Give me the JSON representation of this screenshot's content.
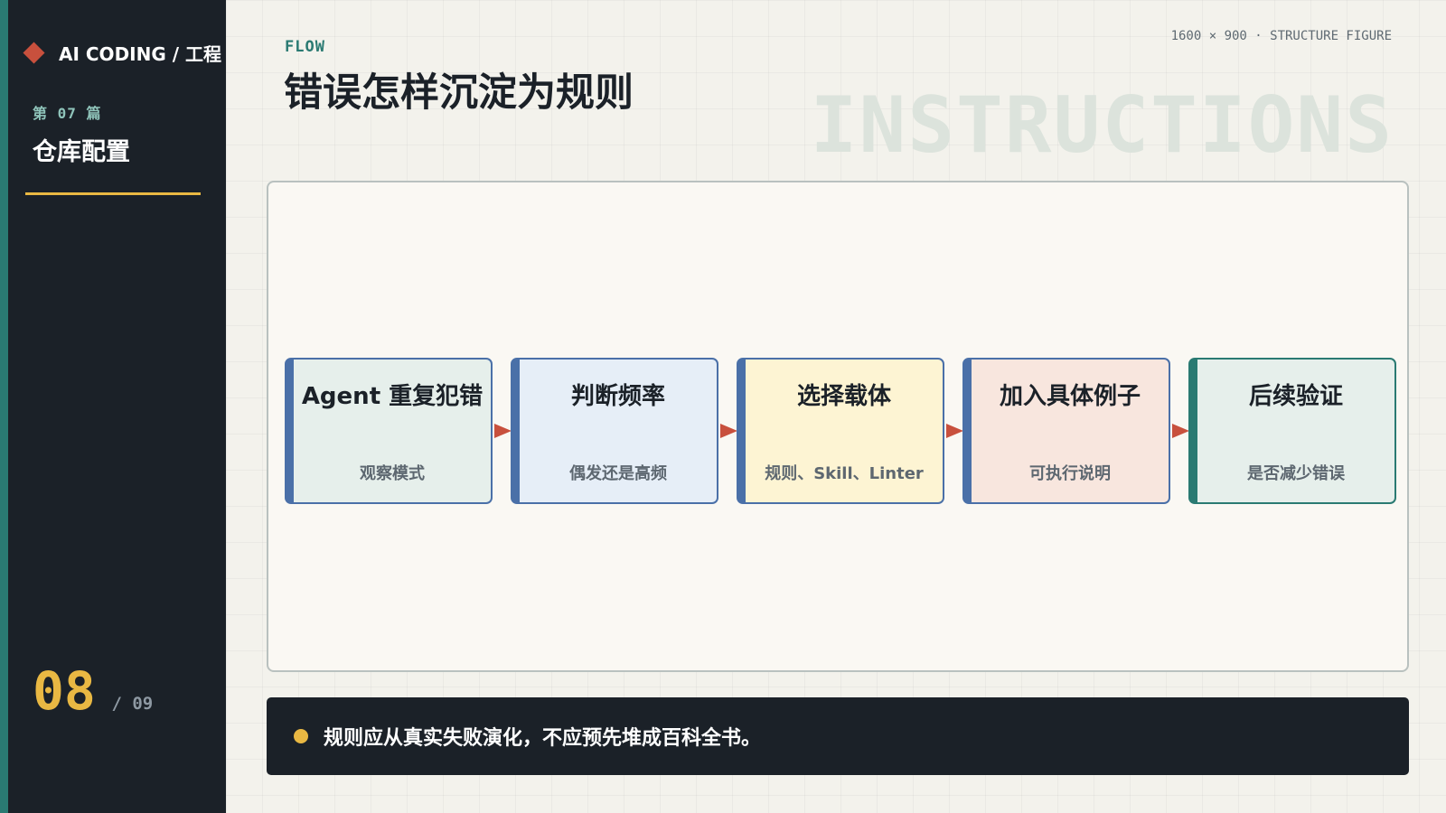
{
  "sidebar": {
    "brand": "AI CODING / 工程",
    "chapter_number": "第 07 篇",
    "chapter_title": "仓库配置",
    "page_current": "08",
    "page_total": "/ 09"
  },
  "header": {
    "kicker": "FLOW",
    "title": "错误怎样沉淀为规则",
    "meta": "1600 × 900 · STRUCTURE FIGURE",
    "watermark": "INSTRUCTIONS"
  },
  "flow": {
    "steps": [
      {
        "title": "Agent 重复犯错",
        "subtitle": "观察模式",
        "fill": "#e6efeb"
      },
      {
        "title": "判断频率",
        "subtitle": "偶发还是高频",
        "fill": "#e6eef7"
      },
      {
        "title": "选择载体",
        "subtitle": "规则、Skill、Linter",
        "fill": "#fdf4d3"
      },
      {
        "title": "加入具体例子",
        "subtitle": "可执行说明",
        "fill": "#f8e6de"
      },
      {
        "title": "后续验证",
        "subtitle": "是否减少错误",
        "fill": "#e6efeb"
      }
    ]
  },
  "callout": {
    "text": "规则应从真实失败演化，不应预先堆成百科全书。"
  },
  "colors": {
    "sidebar_bg": "#1b2128",
    "accent_teal": "#2a7a72",
    "accent_yellow": "#e9b843",
    "accent_red": "#c8503d",
    "node_border_blue": "#4a70a8"
  }
}
